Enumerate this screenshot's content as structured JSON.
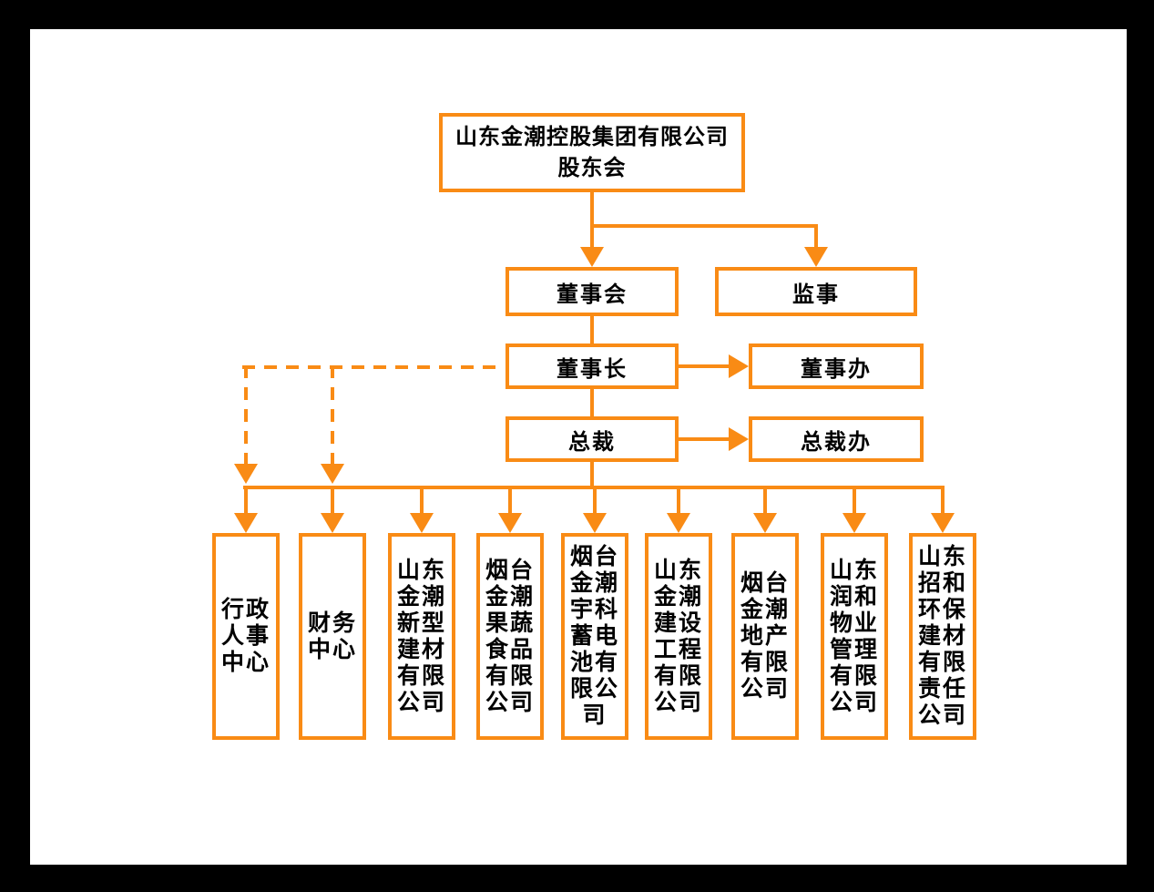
{
  "colors": {
    "frame_background": "#000000",
    "canvas_background": "#FFFFFF",
    "accent_orange": "#F98B15",
    "text": "#000000"
  },
  "org": {
    "shareholders": {
      "label": "山东金潮控股集团有限公司股东会",
      "display": "山东金潮控股集团有限公司\n股东会"
    },
    "board": {
      "label": "董事会"
    },
    "supervisor": {
      "label": "监事"
    },
    "chairman": {
      "label": "董事长"
    },
    "chairman_office": {
      "label": "董事办"
    },
    "president": {
      "label": "总裁"
    },
    "president_office": {
      "label": "总裁办"
    },
    "subsidiaries": [
      {
        "label": "行政人事中心",
        "display": "行政\n人事\n中心"
      },
      {
        "label": "财务中心",
        "display": "财务\n中心"
      },
      {
        "label": "山东金潮新型建材有限公司",
        "display": "山东\n金潮\n新型\n建材\n有限\n公司"
      },
      {
        "label": "烟台金潮果蔬食品有限公司",
        "display": "烟台\n金潮\n果蔬\n食品\n有限\n公司"
      },
      {
        "label": "烟台金潮宇科蓄电池有限公司",
        "display": "烟台\n金潮\n宇科\n蓄电\n池有\n限公\n司"
      },
      {
        "label": "山东金潮建设工程有限公司",
        "display": "山东\n金潮\n建设\n工程\n有限\n公司"
      },
      {
        "label": "烟台金潮地产有限公司",
        "display": "烟台\n金潮\n地产\n有限\n公司"
      },
      {
        "label": "山东润和物业管理有限公司",
        "display": "山东\n润和\n物业\n管理\n有限\n公司"
      },
      {
        "label": "山东招和环保建材有限责任公司",
        "display": "山东\n招和\n环保\n建材\n有限\n责任\n公司"
      }
    ],
    "edges": [
      {
        "from": "山东金潮控股集团有限公司股东会",
        "to": "董事会",
        "style": "solid-arrow"
      },
      {
        "from": "山东金潮控股集团有限公司股东会",
        "to": "监事",
        "style": "solid-arrow"
      },
      {
        "from": "董事会",
        "to": "董事长",
        "style": "solid-line"
      },
      {
        "from": "董事长",
        "to": "董事办",
        "style": "solid-arrow"
      },
      {
        "from": "董事长",
        "to": "总裁",
        "style": "solid-line"
      },
      {
        "from": "总裁",
        "to": "总裁办",
        "style": "solid-arrow"
      },
      {
        "from": "总裁",
        "to": "行政人事中心",
        "style": "solid-arrow"
      },
      {
        "from": "总裁",
        "to": "财务中心",
        "style": "solid-arrow"
      },
      {
        "from": "总裁",
        "to": "山东金潮新型建材有限公司",
        "style": "solid-arrow"
      },
      {
        "from": "总裁",
        "to": "烟台金潮果蔬食品有限公司",
        "style": "solid-arrow"
      },
      {
        "from": "总裁",
        "to": "烟台金潮宇科蓄电池有限公司",
        "style": "solid-arrow"
      },
      {
        "from": "总裁",
        "to": "山东金潮建设工程有限公司",
        "style": "solid-arrow"
      },
      {
        "from": "总裁",
        "to": "烟台金潮地产有限公司",
        "style": "solid-arrow"
      },
      {
        "from": "总裁",
        "to": "山东润和物业管理有限公司",
        "style": "solid-arrow"
      },
      {
        "from": "总裁",
        "to": "山东招和环保建材有限责任公司",
        "style": "solid-arrow"
      },
      {
        "from": "董事长",
        "to": "行政人事中心",
        "style": "dashed-arrow"
      },
      {
        "from": "董事长",
        "to": "财务中心",
        "style": "dashed-arrow"
      }
    ]
  }
}
